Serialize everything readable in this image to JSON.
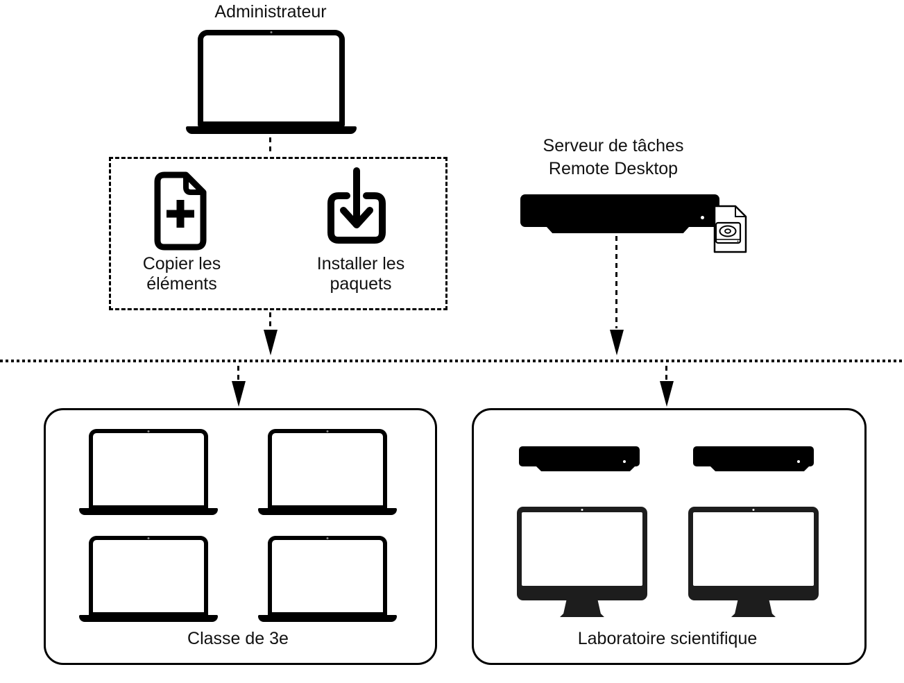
{
  "diagram": {
    "colors": {
      "ink": "#000000",
      "background": "#ffffff"
    },
    "admin": {
      "label": "Administrateur"
    },
    "actions": {
      "copy": {
        "line1": "Copier les",
        "line2": "éléments"
      },
      "install": {
        "line1": "Installer les",
        "line2": "paquets"
      }
    },
    "task_server": {
      "line1": "Serveur de tâches",
      "line2": "Remote Desktop"
    },
    "groups": {
      "classroom": {
        "label": "Classe de 3e",
        "laptop_count": 4
      },
      "lab": {
        "label": "Laboratoire scientifique",
        "server_count": 2,
        "desktop_count": 2
      }
    }
  }
}
